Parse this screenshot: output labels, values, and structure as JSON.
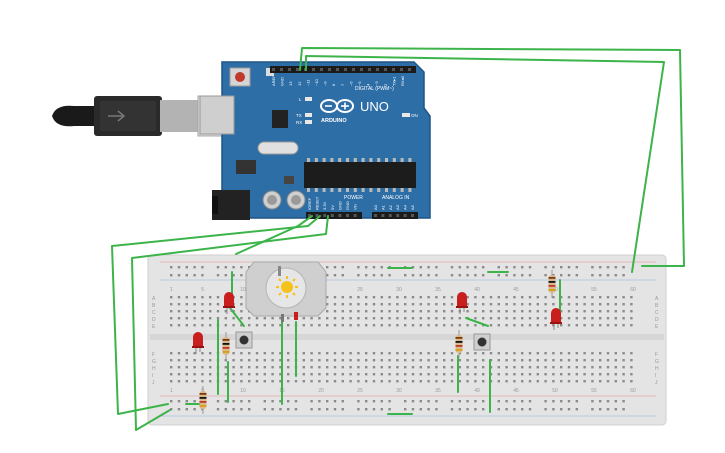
{
  "arduino": {
    "brand": "ARDUINO",
    "model": "UNO",
    "digital_label": "DIGITAL (PWM~)",
    "power_label": "POWER",
    "analog_label": "ANALOG IN",
    "on_label": "ON",
    "l_label": "L",
    "tx_label": "TX",
    "rx_label": "RX",
    "digital_pins": [
      "AREF",
      "GND",
      "13",
      "12",
      "~11",
      "~10",
      "~9",
      "8",
      "7",
      "~6",
      "~5",
      "4",
      "~3",
      "2",
      "TX▸1",
      "RX◂0"
    ],
    "power_pins": [
      "IOREF",
      "RESET",
      "3.3V",
      "5V",
      "GND",
      "GND",
      "Vin"
    ],
    "analog_pins": [
      "A0",
      "A1",
      "A2",
      "A3",
      "A4",
      "A5"
    ]
  },
  "breadboard": {
    "column_numbers": [
      "1",
      "5",
      "10",
      "15",
      "20",
      "25",
      "30",
      "35",
      "40",
      "45",
      "50",
      "55",
      "60"
    ],
    "row_letters_top": [
      "A",
      "B",
      "C",
      "D",
      "E"
    ],
    "row_letters_bottom": [
      "F",
      "G",
      "H",
      "I",
      "J"
    ]
  },
  "colors": {
    "board": "#2e6ea7",
    "board_edge": "#1f5485",
    "wire": "#3cb44a",
    "breadboard": "#e4e4e4",
    "led": "#c81e1e",
    "resistor": "#d9b88a"
  }
}
